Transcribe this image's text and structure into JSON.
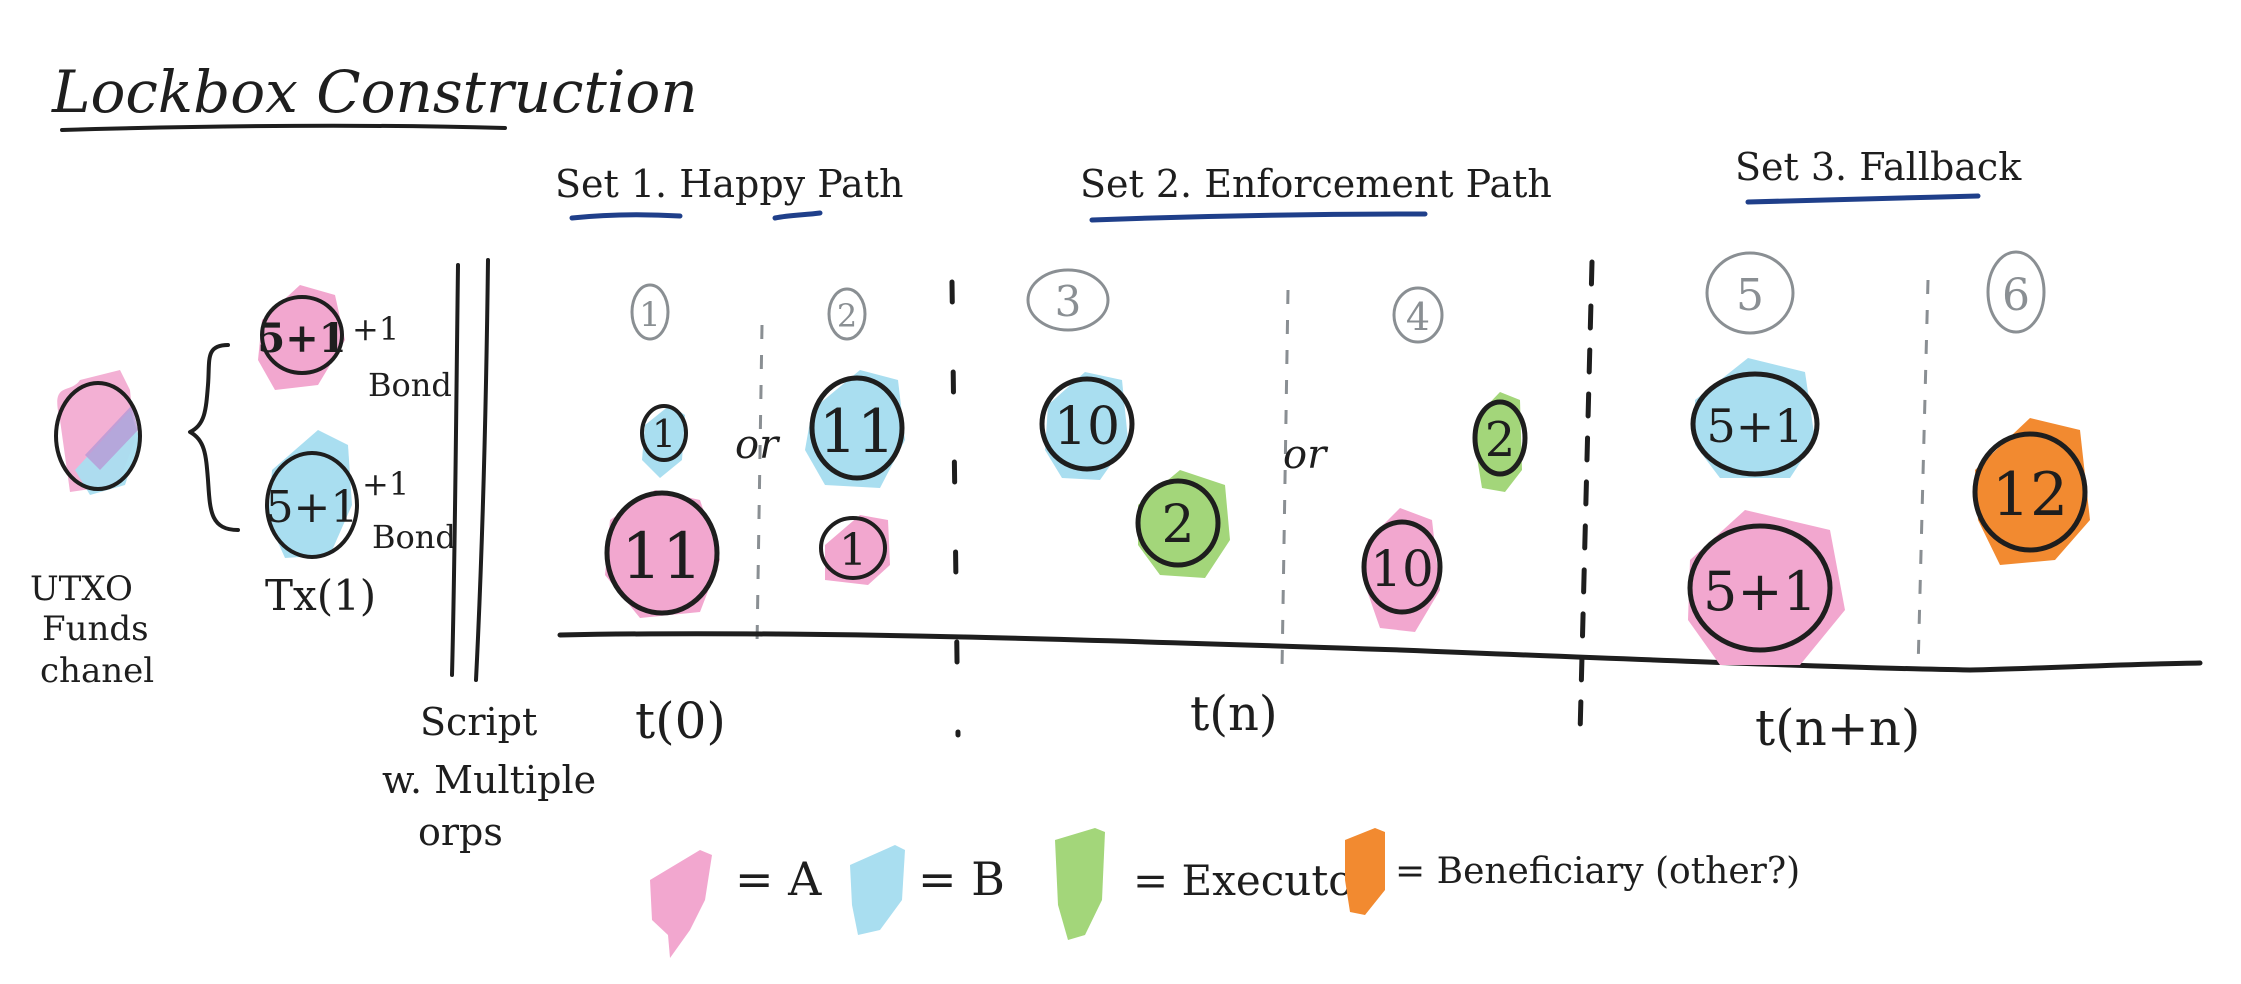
{
  "title": "Lockbox Construction",
  "left": {
    "utxo_label_lines": [
      "UTXO",
      "Funds",
      "chanel"
    ],
    "tx_label": "Tx(1)",
    "tx_upper": {
      "value": "5+1",
      "suffix_lines": [
        "+1",
        "Bond"
      ]
    },
    "tx_lower": {
      "value": "5+1",
      "suffix_lines": [
        "+1",
        "Bond"
      ]
    },
    "script_label_lines": [
      "Script",
      "w. Multiple",
      "orps"
    ]
  },
  "sections": [
    {
      "title": "Set 1. Happy Path"
    },
    {
      "title": "Set 2. Enforcement Path"
    },
    {
      "title": "Set 3. Fallback"
    }
  ],
  "steps": [
    {
      "number": "1"
    },
    {
      "number": "2"
    },
    {
      "number": "3"
    },
    {
      "number": "4"
    },
    {
      "number": "5"
    },
    {
      "number": "6"
    }
  ],
  "nodes": [
    {
      "id": "s1-b",
      "value": "1",
      "party": "B"
    },
    {
      "id": "s1-a",
      "value": "11",
      "party": "A"
    },
    {
      "id": "s2-b",
      "value": "11",
      "party": "B"
    },
    {
      "id": "s2-a",
      "value": "1",
      "party": "A"
    },
    {
      "id": "s3-b",
      "value": "10",
      "party": "B"
    },
    {
      "id": "s3-e",
      "value": "2",
      "party": "Executor"
    },
    {
      "id": "s4-e",
      "value": "2",
      "party": "Executor"
    },
    {
      "id": "s4-a",
      "value": "10",
      "party": "A"
    },
    {
      "id": "s5-b",
      "value": "5+1",
      "party": "B"
    },
    {
      "id": "s5-a",
      "value": "5+1",
      "party": "A"
    },
    {
      "id": "s6-bf",
      "value": "12",
      "party": "Beneficiary"
    }
  ],
  "or_words": [
    "or",
    "or"
  ],
  "time_labels": [
    "t(0)",
    "t(n)",
    "t(n+n)"
  ],
  "legend": [
    {
      "label": "= A",
      "color": "#f2a7cf"
    },
    {
      "label": "= B",
      "color": "#a9def0"
    },
    {
      "label": "= Executor",
      "color": "#a3d67a"
    },
    {
      "label": "= Beneficiary (other?)",
      "color": "#f28a30"
    }
  ],
  "colors": {
    "A": "#f2a7cf",
    "B": "#a9def0",
    "Executor": "#a3d67a",
    "Beneficiary": "#f28a30",
    "underline": "#1f3f8a",
    "ink": "#1e1e1e",
    "gray": "#8a8f93"
  }
}
